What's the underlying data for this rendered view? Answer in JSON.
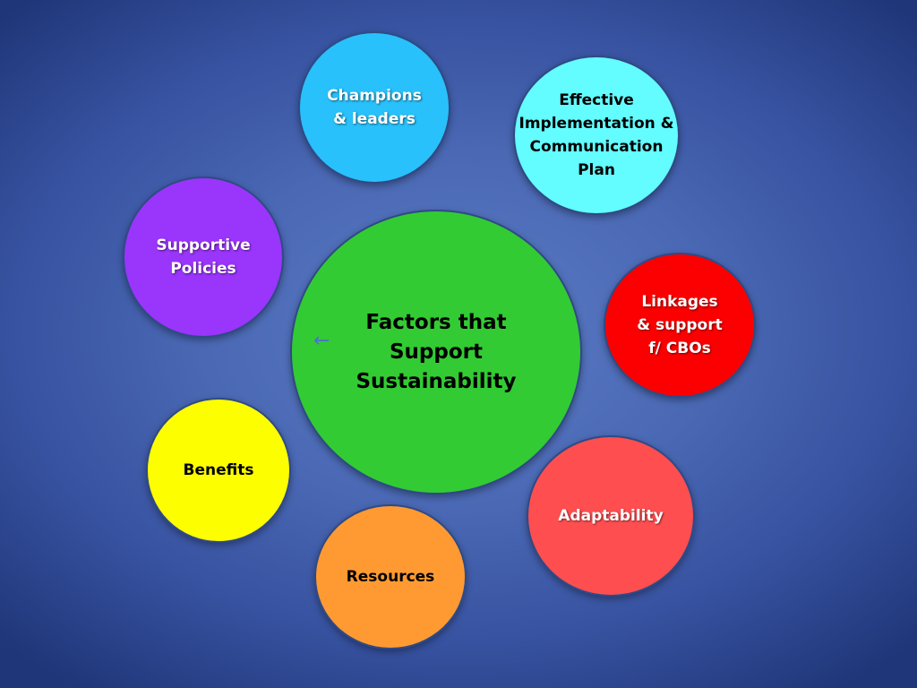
{
  "diagram": {
    "center": {
      "lines": [
        "Factors that",
        "Support",
        "Sustainability"
      ]
    },
    "factors": {
      "champions": {
        "lines": [
          "Champions",
          "& leaders"
        ],
        "color": "#28c1fb"
      },
      "implementation": {
        "lines": [
          "Effective",
          "Implementation &",
          "Communication",
          "Plan"
        ],
        "color": "#63fcff"
      },
      "supportive_policies": {
        "lines": [
          "Supportive",
          "Policies"
        ],
        "color": "#9a35fb"
      },
      "linkages": {
        "lines": [
          "Linkages",
          "& support",
          "f/ CBOs"
        ],
        "color": "#fc0001"
      },
      "benefits": {
        "lines": [
          "Benefits"
        ],
        "color": "#fdfe00"
      },
      "adaptability": {
        "lines": [
          "Adaptability"
        ],
        "color": "#ff4e50"
      },
      "resources": {
        "lines": [
          "Resources"
        ],
        "color": "#ff9a32"
      }
    },
    "center_color": "#33cb33",
    "arrow_icon": "left-arrow-icon"
  }
}
